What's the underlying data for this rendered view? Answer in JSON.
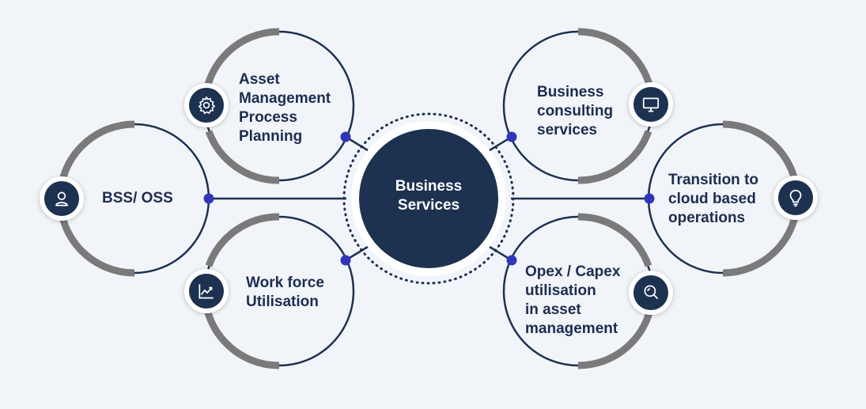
{
  "colors": {
    "background": "#f1f4f9",
    "navy": "#1d3150",
    "gray_arc": "#7a7a7a",
    "dot": "#2f37b8",
    "text": "#1d2d4f"
  },
  "center": {
    "label": "Business\nServices"
  },
  "nodes": [
    {
      "label": "Asset\nManagement\nProcess\nPlanning",
      "icon": "gear-icon"
    },
    {
      "label": "BSS/ OSS",
      "icon": "person-icon"
    },
    {
      "label": "Work force\nUtilisation",
      "icon": "chart-trend-icon"
    },
    {
      "label": "Business\nconsulting\nservices",
      "icon": "monitor-icon"
    },
    {
      "label": "Transition to\ncloud based\noperations",
      "icon": "lightbulb-icon"
    },
    {
      "label": "Opex / Capex\nutilisation\nin asset\nmanagement",
      "icon": "magnifier-icon"
    }
  ]
}
